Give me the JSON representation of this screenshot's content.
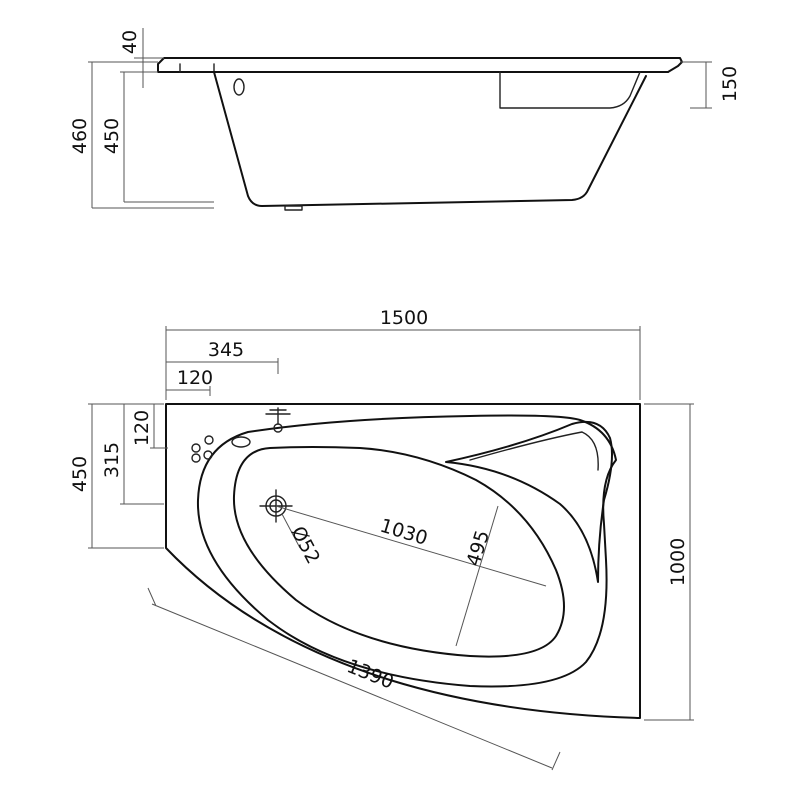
{
  "diagram": {
    "side_view": {
      "dim_rim_thickness": "40",
      "dim_total_height": "460",
      "dim_rim_height": "450",
      "dim_seat_depth": "150"
    },
    "top_view": {
      "dim_length": "1500",
      "dim_tap_offset": "345",
      "dim_overflow_offset": "120",
      "dim_width_short_side": "450",
      "dim_drain_position": "315",
      "dim_tap_depth": "120",
      "dim_inner_length": "1030",
      "dim_inner_width": "495",
      "dim_drain_diameter": "Ø52",
      "dim_width": "1000",
      "dim_diagonal": "1390"
    }
  }
}
